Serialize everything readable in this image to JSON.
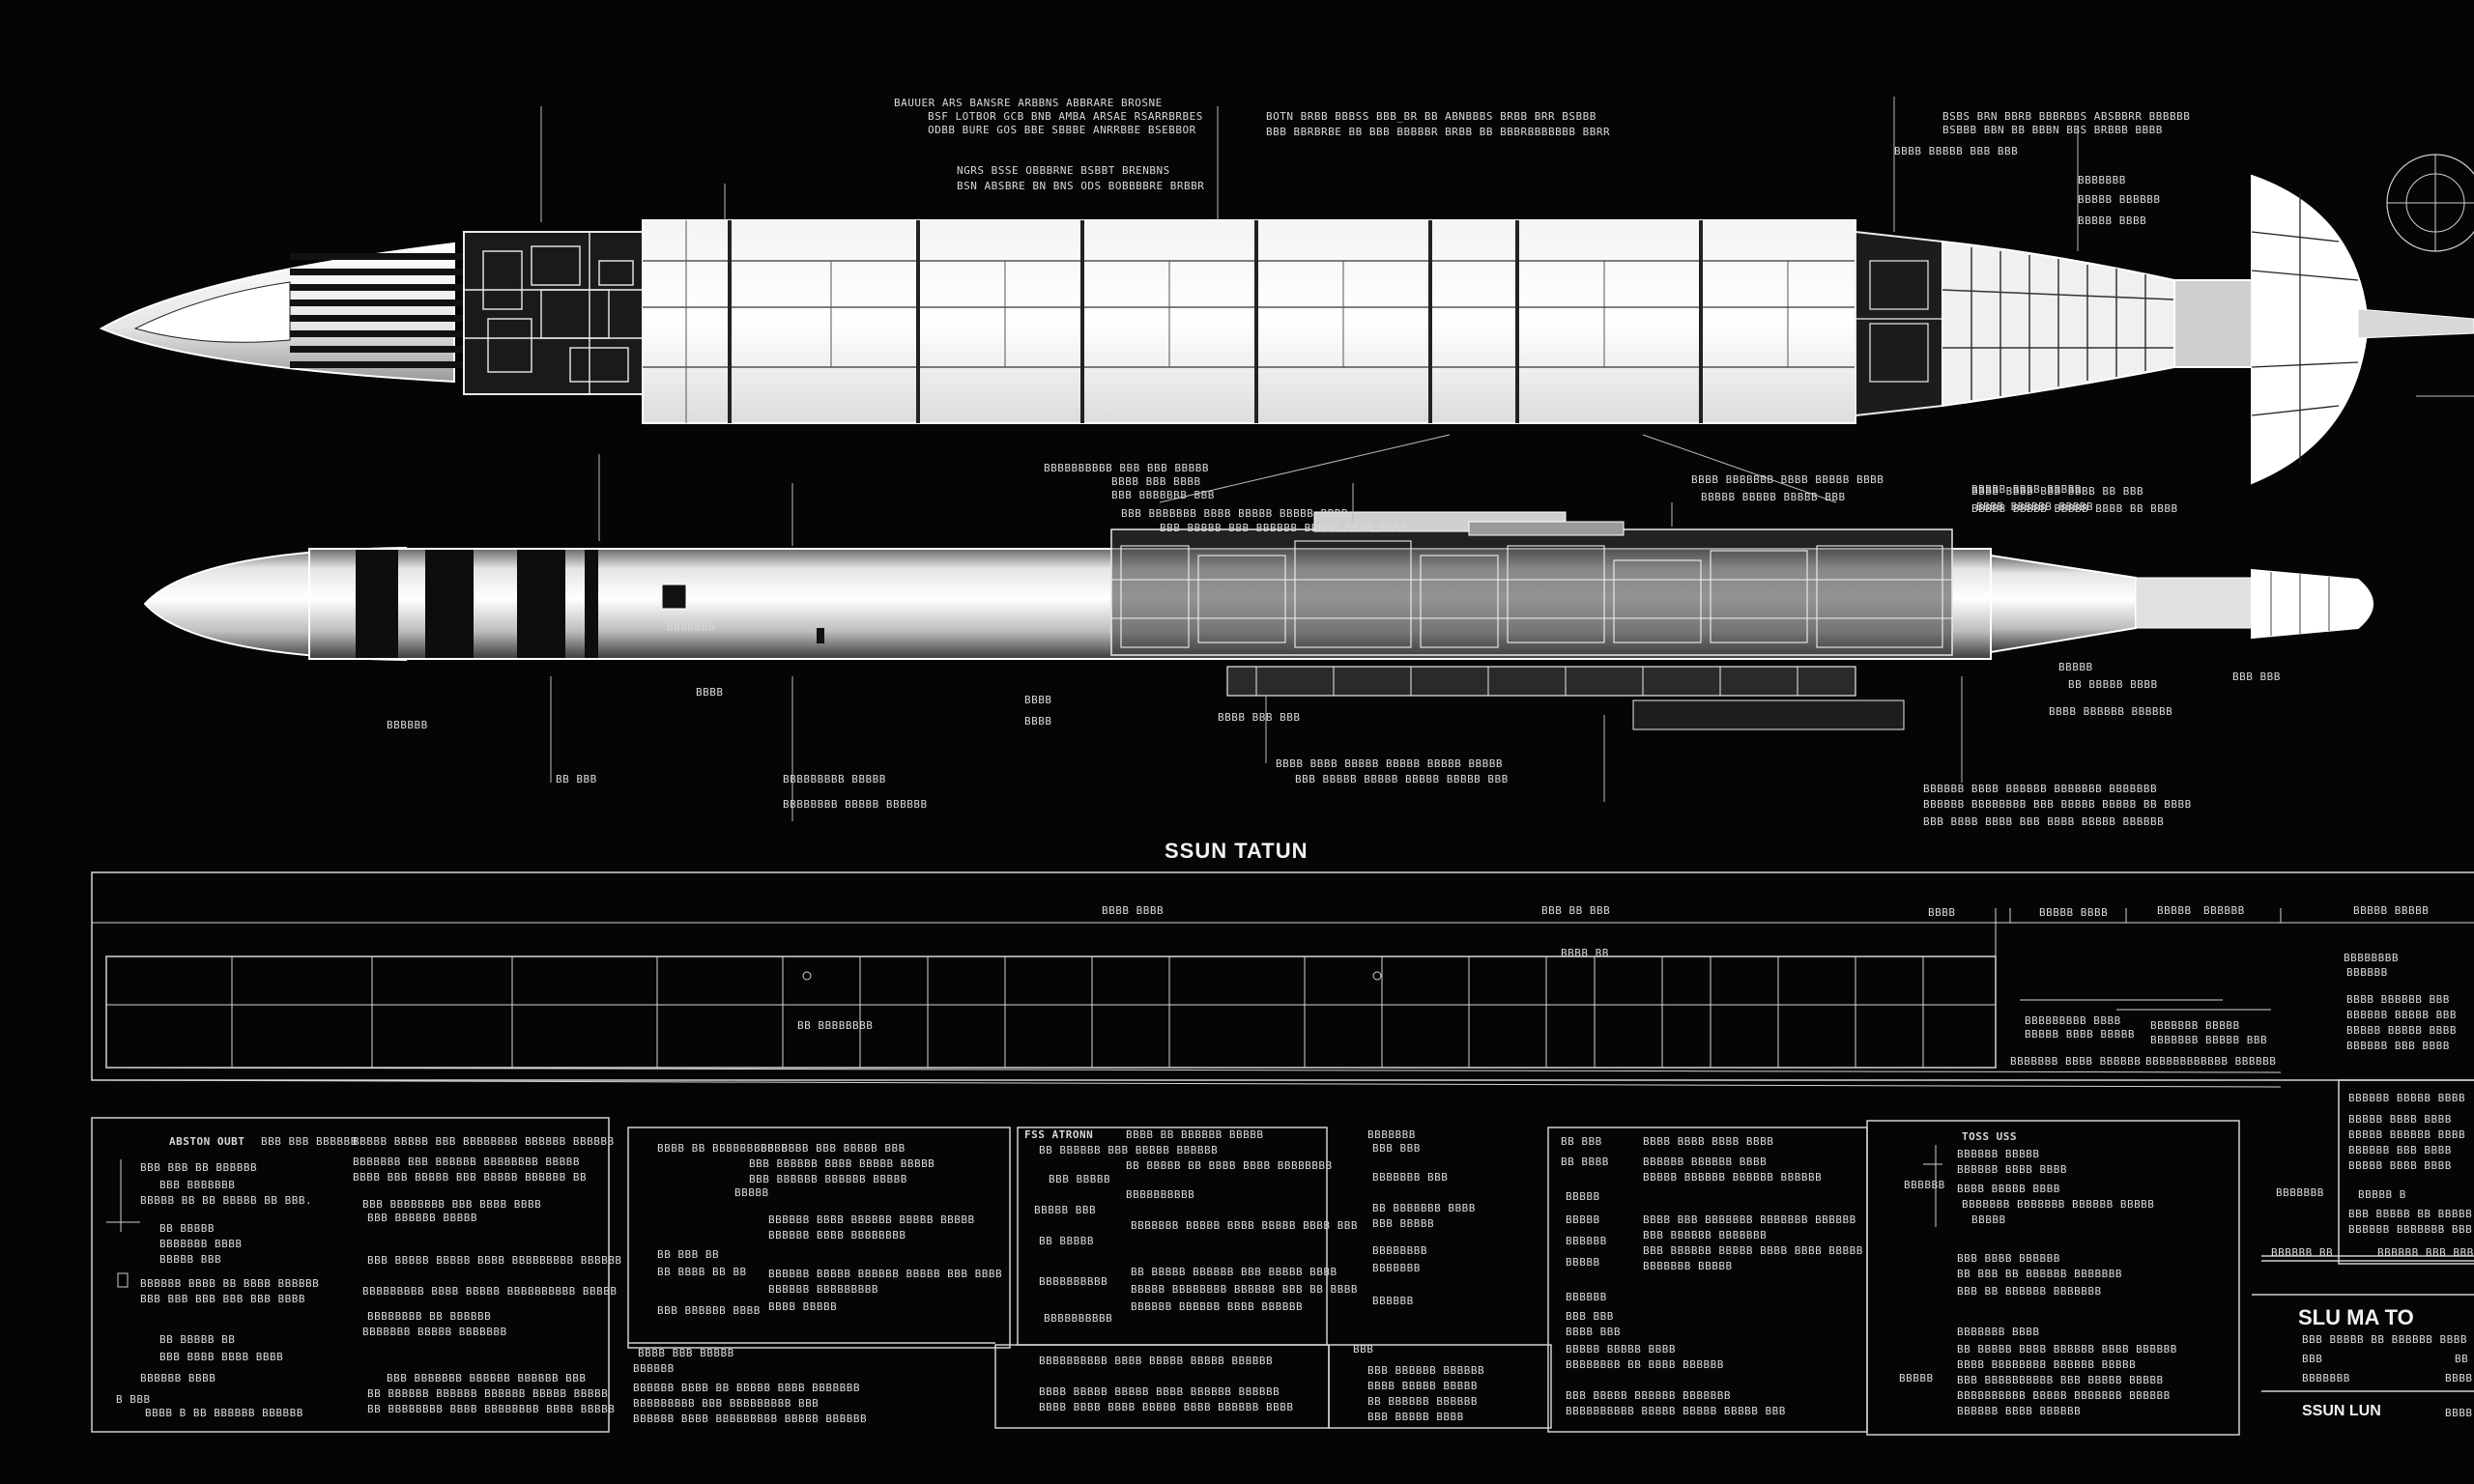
{
  "title": "SSUN TATUN",
  "block_title": "SLU MA TO",
  "footer_title": "SSUN LUN",
  "legend_heads": [
    "ABSTON OUBT",
    "FSS ATRONN",
    "TOSS USS"
  ]
}
